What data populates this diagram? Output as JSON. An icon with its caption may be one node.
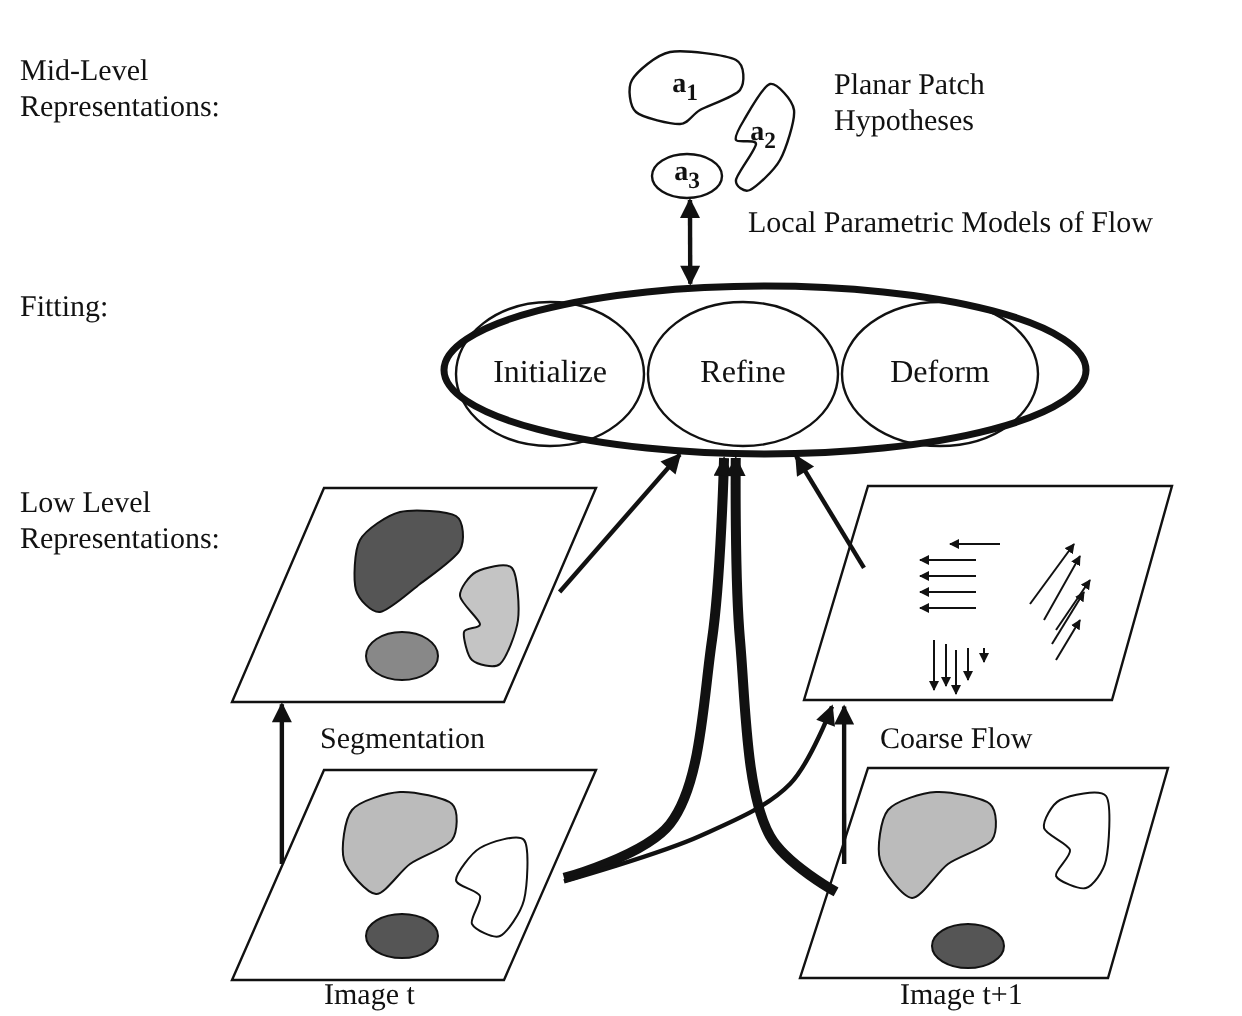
{
  "diagram": {
    "nodes": [
      {
        "text": [
          "a$_{1}$"
        ]
      },
      {
        "text": [
          "a$_{2}$"
        ]
      },
      {
        "text": [
          "a$_{3}$"
        ]
      },
      {
        "text": [],
        "shape": "ellipse"
      },
      {
        "text": [
          "Initialize"
        ],
        "in": 3
      },
      {
        "text": [
          "Refine"
        ],
        "in": 3
      },
      {
        "text": [
          "Deform"
        ],
        "in": 3
      },
      {
        "text": [],
        "shape": "picture",
        "beside": [
          "Segmentation"
        ]
      },
      {
        "text": [],
        "shape": "picture",
        "beside": [
          "Coarse Flow"
        ]
      },
      {
        "text": [],
        "shape": "picture",
        "beside": [
          "Image t"
        ]
      },
      {
        "text": [],
        "shape": "picture",
        "beside": [
          "Image t+1"
        ]
      }
    ],
    "edges": [
      {
        "from": 3,
        "to": 2,
        "arrow": "both",
        "label": "Local Parametric Models of Flow"
      },
      {
        "from": 9,
        "to": 7,
        "arrow": "to"
      },
      {
        "from": 7,
        "to": 3,
        "arrow": "to"
      },
      {
        "from": 8,
        "to": 3,
        "arrow": "to"
      },
      {
        "from": 9,
        "to": 3,
        "arrow": "to",
        "style": "thick"
      },
      {
        "from": 10,
        "to": 3,
        "arrow": "to",
        "style": "thick"
      },
      {
        "from": 9,
        "to": 8,
        "arrow": "to"
      },
      {
        "from": 10,
        "to": 8,
        "arrow": "to"
      }
    ],
    "labels": [
      "Mid-Level Representations:",
      "Planar Patch Hypotheses",
      "Fitting:",
      "Low Level Representations:"
    ]
  }
}
